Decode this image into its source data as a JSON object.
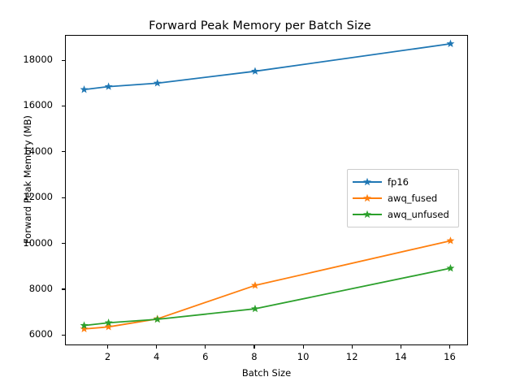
{
  "chart_data": {
    "type": "line",
    "title": "Forward Peak Memory per Batch Size",
    "xlabel": "Batch Size",
    "ylabel": "Forward Peak Memory (MB)",
    "x": [
      1,
      2,
      4,
      8,
      16
    ],
    "xlim": [
      0.25,
      16.75
    ],
    "ylim": [
      5550,
      19100
    ],
    "xticks": [
      2,
      4,
      6,
      8,
      10,
      12,
      14,
      16
    ],
    "xtick_labels": [
      "2",
      "4",
      "6",
      "8",
      "10",
      "12",
      "14",
      "16"
    ],
    "yticks": [
      6000,
      8000,
      10000,
      12000,
      14000,
      16000,
      18000
    ],
    "ytick_labels": [
      "6000",
      "8000",
      "10000",
      "12000",
      "14000",
      "16000",
      "18000"
    ],
    "grid": false,
    "legend_position": "center right",
    "marker": "star",
    "series": [
      {
        "name": "fp16",
        "color": "#1f77b4",
        "values": [
          16750,
          16880,
          17030,
          17550,
          18750
        ]
      },
      {
        "name": "awq_fused",
        "color": "#ff7f0e",
        "values": [
          6300,
          6390,
          6740,
          8200,
          10150
        ]
      },
      {
        "name": "awq_unfused",
        "color": "#2ca02c",
        "values": [
          6450,
          6570,
          6720,
          7180,
          8950
        ]
      }
    ]
  },
  "legend": {
    "entries": [
      "fp16",
      "awq_fused",
      "awq_unfused"
    ]
  }
}
